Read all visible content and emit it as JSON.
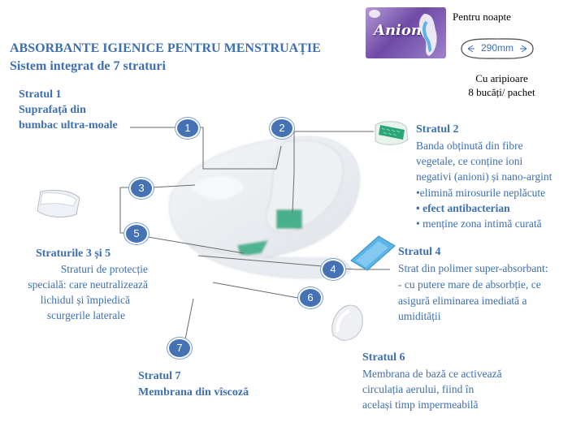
{
  "title": "ABSORBANTE IGIENICE PENTRU MENSTRUAȚIE",
  "subtitle": "Sistem integrat de 7 straturi",
  "product": {
    "brand": "Anion",
    "variant": "Pentru noapte",
    "size": "290mm",
    "wings_line1": "Cu aripioare",
    "wings_line2": "8 bucăți/ pachet"
  },
  "layers": {
    "l1": {
      "heading1": "Stratul 1",
      "heading2": "Suprafață din",
      "heading3": "bumbac ultra-moale",
      "badge": "1"
    },
    "l2": {
      "heading": "Stratul 2",
      "badge": "2",
      "desc1": "Banda obținută din fibre",
      "desc2": "vegetale, ce conține ioni",
      "desc3": "negativi (anioni) și nano-argint",
      "b1": "•elimină mirosurile neplăcute",
      "b2": "• efect antibacterian",
      "b3": "• menține zona intimă curată"
    },
    "l35": {
      "heading": "Straturile 3 și 5",
      "badge3": "3",
      "badge5": "5",
      "desc1": "Straturi de protecție",
      "desc2": "specială: care neutralizează",
      "desc3": "lichidul și împiedică",
      "desc4": "scurgerile laterale"
    },
    "l4": {
      "heading": "Stratul 4",
      "badge": "4",
      "desc1": "Strat din polimer super-absorbant:",
      "desc2": "- cu putere mare de absorbție, ce",
      "desc3": "asigură eliminarea imediată a",
      "desc4": "umidității"
    },
    "l6": {
      "heading": "Stratul 6",
      "badge": "6",
      "desc1": "Membrana de bază ce activează",
      "desc2": "circulația aerului, fiind în",
      "desc3": "același timp impermeabilă"
    },
    "l7": {
      "heading1": "Stratul 7",
      "heading2": "Membrana din vîscoză",
      "badge": "7"
    }
  },
  "colors": {
    "text": "#3d6fb0",
    "badge": "#4472b4",
    "accent_green": "#2aa57a",
    "accent_blue": "#5bb4e6"
  }
}
